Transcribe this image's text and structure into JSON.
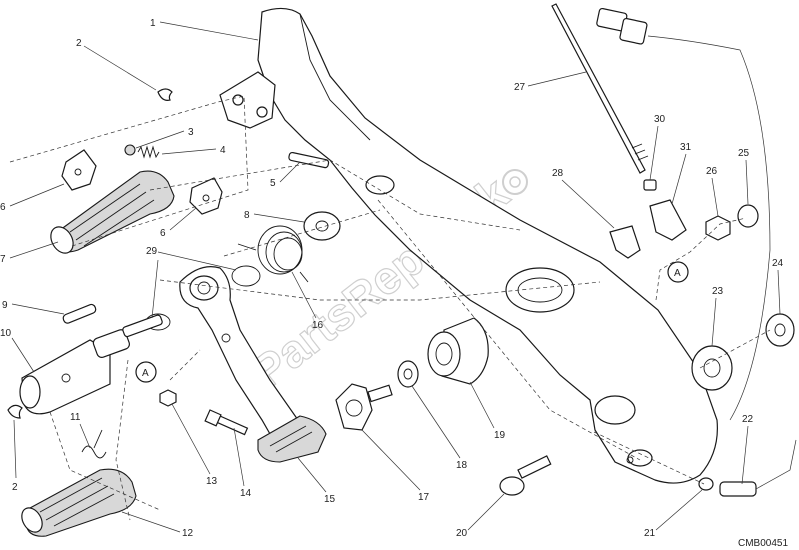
{
  "callouts": [
    "1",
    "2",
    "3",
    "4",
    "5",
    "6",
    "7",
    "8",
    "9",
    "10",
    "11",
    "12",
    "13",
    "14",
    "15",
    "16",
    "17",
    "18",
    "19",
    "20",
    "21",
    "22",
    "23",
    "24",
    "25",
    "26",
    "27",
    "28",
    "29",
    "30",
    "31"
  ],
  "refs": {
    "a1": "A",
    "a2": "A"
  },
  "watermark": "PartsRepublik",
  "drawing_code": "CMB00451"
}
